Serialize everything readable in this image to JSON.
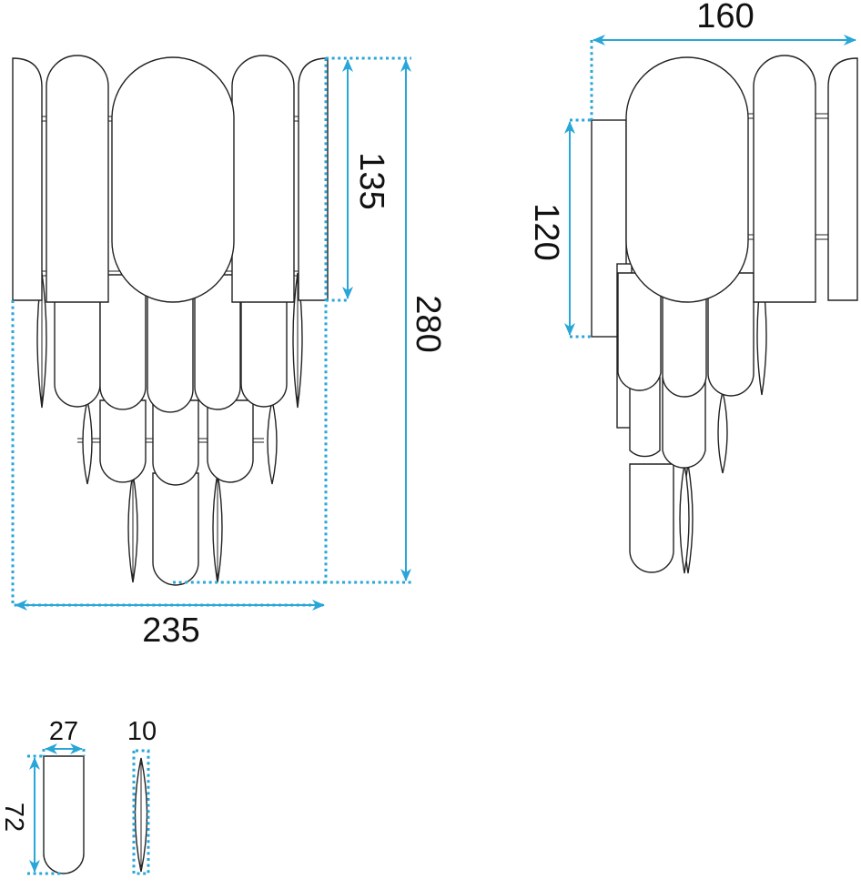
{
  "colors": {
    "dimension": "#29a6d8",
    "outline": "#222222"
  },
  "front_view": {
    "width_label": "235",
    "height_label": "280",
    "panel_height_label": "135"
  },
  "side_view": {
    "depth_label": "160",
    "mount_height_label": "120"
  },
  "flat_petal": {
    "width_label": "27",
    "height_label": "72"
  },
  "blade_petal": {
    "width_label": "10"
  }
}
